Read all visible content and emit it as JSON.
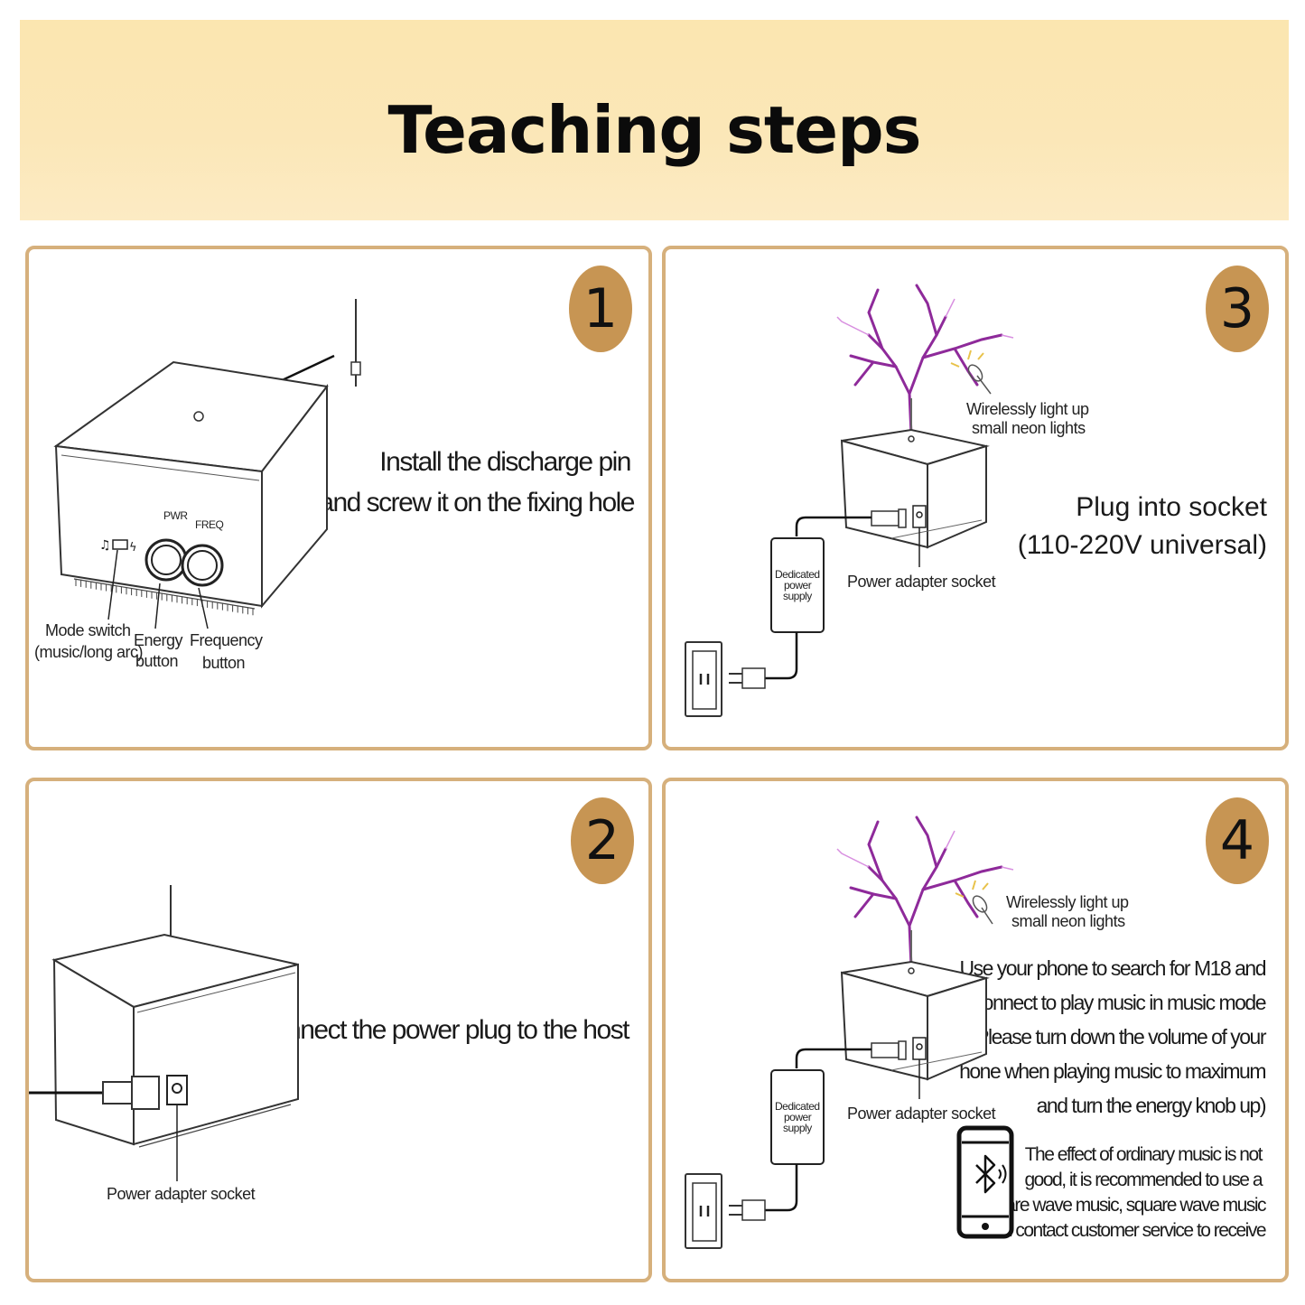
{
  "header": {
    "title": "Teaching steps"
  },
  "steps": [
    {
      "number": "1",
      "caption_lines": [
        "Install the discharge pin",
        "and screw it on the fixing hole"
      ],
      "labels": {
        "mode_switch": "Mode switch",
        "mode_switch_sub": "(music/long arc)",
        "energy": "Energy",
        "energy_sub": "button",
        "frequency": "Frequency",
        "frequency_sub": "button",
        "pwr": "PWR",
        "freq": "FREQ"
      }
    },
    {
      "number": "2",
      "caption": "Connect the power plug to the host",
      "labels": {
        "socket": "Power adapter socket"
      }
    },
    {
      "number": "3",
      "caption_lines": [
        "Plug into socket",
        "(110-220V universal)"
      ],
      "labels": {
        "neon_1": "Wirelessly light up",
        "neon_2": "small neon lights",
        "supply_1": "Dedicated",
        "supply_2": "power",
        "supply_3": "supply",
        "socket": "Power adapter socket"
      }
    },
    {
      "number": "4",
      "caption_lines": [
        "Use your phone to search for M18 and",
        "connect to play music in music mode",
        "(Please turn down the volume of your",
        "hone when playing music to maximum",
        "and turn the energy knob up)"
      ],
      "note_lines": [
        "The effect of ordinary music is not",
        "good, it is recommended to use a",
        "square wave music, square wave music",
        "can contact customer service to receive"
      ],
      "labels": {
        "neon_1": "Wirelessly light up",
        "neon_2": "small neon lights",
        "supply_1": "Dedicated",
        "supply_2": "power",
        "supply_3": "supply",
        "socket": "Power adapter socket"
      }
    }
  ],
  "colors": {
    "panel_border": "#d6b07c",
    "badge": "#c79553",
    "header_bg": "#fbe6b0",
    "plasma": "#8e2a9a"
  }
}
